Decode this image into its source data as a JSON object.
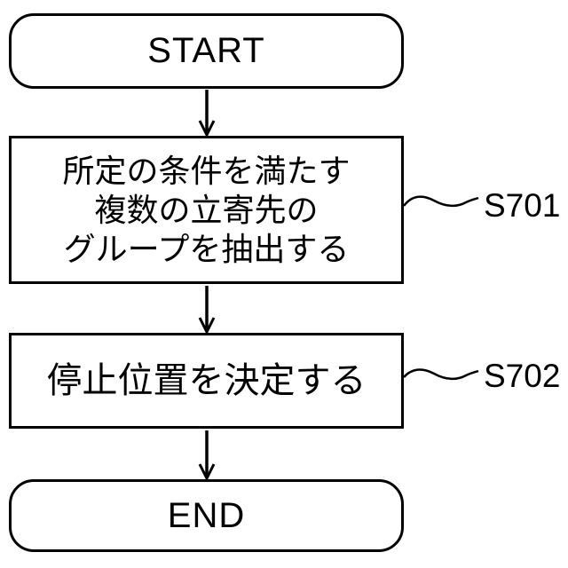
{
  "figure": {
    "type": "flowchart",
    "colors": {
      "line": "#000000",
      "text": "#000000",
      "background": "#ffffff"
    },
    "nodes": {
      "start": {
        "shape": "terminator",
        "label": "START"
      },
      "step1": {
        "shape": "process",
        "lines": [
          "所定の条件を満たす",
          "複数の立寄先の",
          "グループを抽出する"
        ],
        "step": "S701"
      },
      "step2": {
        "shape": "process",
        "lines": [
          "停止位置を決定する"
        ],
        "step": "S702"
      },
      "end": {
        "shape": "terminator",
        "label": "END"
      }
    },
    "edges": [
      {
        "from": "start",
        "to": "step1"
      },
      {
        "from": "step1",
        "to": "step2"
      },
      {
        "from": "step2",
        "to": "end"
      }
    ]
  }
}
